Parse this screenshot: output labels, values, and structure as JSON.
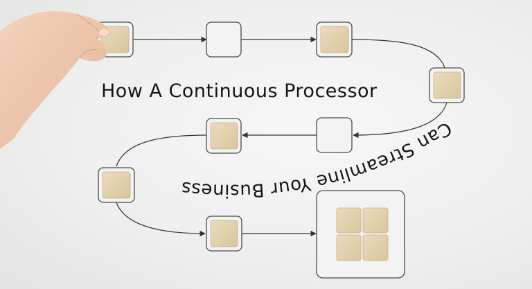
{
  "title": {
    "line1": "How A Continuous Processor",
    "line2": "Can Streamline Your Business"
  },
  "colors": {
    "background": "#efefef",
    "block": "#e4d3b1",
    "frame": "#444444",
    "line": "#333333",
    "text": "#151515"
  },
  "icons": [
    "hand",
    "wooden-block",
    "arrow-head"
  ]
}
